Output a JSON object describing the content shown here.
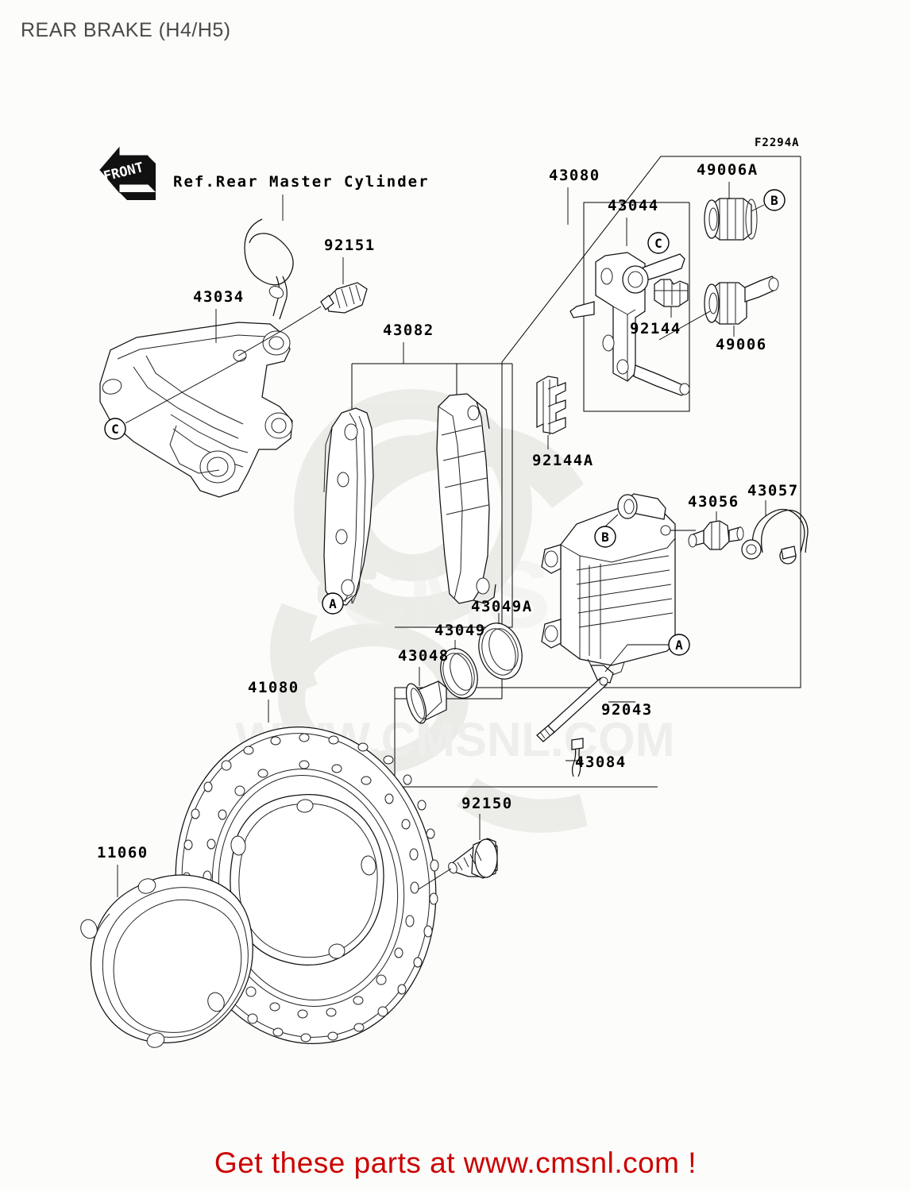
{
  "title": "REAR BRAKE (H4/H5)",
  "footer": "Get these parts at www.cmsnl.com !",
  "diagram_code": "F2294A",
  "orientation_marker": "FRONT",
  "reference_note": "Ref.Rear Master Cylinder",
  "watermark": {
    "line1": "WWW.CMSNL.COM",
    "brand": "CMS"
  },
  "part_numbers": {
    "torque_link": "43034",
    "pin_bolt": "92151",
    "pad_set": "43082",
    "caliper_assembly": "43080",
    "caliper_holder": "43044",
    "boot_upper": "49006A",
    "boot_lower": "49006",
    "spring_clip": "92144",
    "pad_shim": "92144A",
    "bleed_valve": "43056",
    "brake_hose": "43057",
    "dust_seal": "43049A",
    "piston_seal": "43049",
    "piston": "43048",
    "slide_pin": "92043",
    "cotter_pin": "43084",
    "brake_disc": "41080",
    "disc_bolt": "92150",
    "gasket": "11060"
  },
  "callout_letters": {
    "a": "A",
    "b": "B",
    "c": "C"
  },
  "parts_list": [
    {
      "ref": "43034",
      "name": "torque-link"
    },
    {
      "ref": "92151",
      "name": "pin-bolt"
    },
    {
      "ref": "43082",
      "name": "brake-pad-set"
    },
    {
      "ref": "43080",
      "name": "caliper-assembly"
    },
    {
      "ref": "43044",
      "name": "caliper-holder"
    },
    {
      "ref": "49006A",
      "name": "boot-upper"
    },
    {
      "ref": "49006",
      "name": "boot-lower"
    },
    {
      "ref": "92144",
      "name": "spring-clip"
    },
    {
      "ref": "92144A",
      "name": "pad-shim"
    },
    {
      "ref": "43056",
      "name": "bleed-valve"
    },
    {
      "ref": "43057",
      "name": "brake-hose"
    },
    {
      "ref": "43049A",
      "name": "dust-seal"
    },
    {
      "ref": "43049",
      "name": "piston-seal"
    },
    {
      "ref": "43048",
      "name": "piston"
    },
    {
      "ref": "92043",
      "name": "slide-pin"
    },
    {
      "ref": "43084",
      "name": "cotter-pin"
    },
    {
      "ref": "41080",
      "name": "brake-disc"
    },
    {
      "ref": "92150",
      "name": "disc-bolt"
    },
    {
      "ref": "11060",
      "name": "gasket"
    }
  ],
  "colors": {
    "background": "#fcfdfa",
    "line": "#111111",
    "title_text": "#4a4a4a",
    "footer_text": "#cc0000",
    "watermark": "#e9e9e4"
  }
}
